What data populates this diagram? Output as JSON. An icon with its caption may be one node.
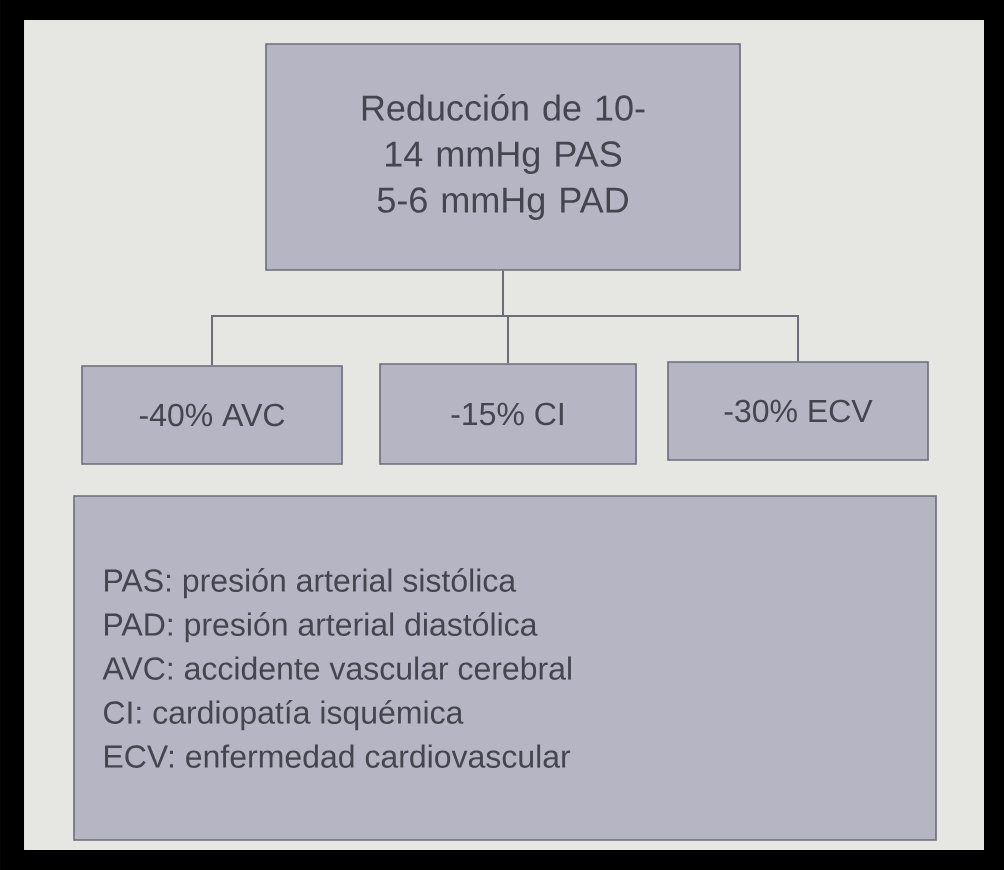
{
  "diagram": {
    "nodes": [
      {
        "text": [
          "Reducción de 10-14 mmHg PAS 5-6 mmHg PAD"
        ]
      },
      {
        "text": [
          "-40% AVC"
        ]
      },
      {
        "text": [
          "-15% CI"
        ]
      },
      {
        "text": [
          "-30% ECV"
        ]
      },
      {
        "text": [
          "PAS: presión arterial sistólica",
          "PAD: presión arterial diastólica",
          "AVC: accidente vascular cerebral",
          "CI: cardiopatía isquémica",
          "ECV: enfermedad cardiovascular"
        ]
      }
    ],
    "edges": [
      {
        "from": 0,
        "to": 1,
        "arrow": "none"
      },
      {
        "from": 0,
        "to": 2,
        "arrow": "none"
      },
      {
        "from": 0,
        "to": 3,
        "arrow": "none"
      }
    ]
  }
}
